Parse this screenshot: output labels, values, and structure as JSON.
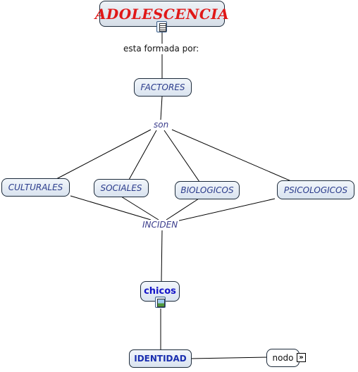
{
  "root": {
    "label": "ADOLESCENCIA"
  },
  "links": {
    "formada": "esta formada por:",
    "son": "son",
    "inciden": "INCIDEN"
  },
  "nodes": {
    "factores": "FACTORES",
    "culturales": "CULTURALES",
    "sociales": "SOCIALES",
    "biologicos": "BIOLOGICOS",
    "psicologicos": "PSICOLOGICOS",
    "chicos": "chicos",
    "identidad": "IDENTIDAD",
    "nodo": "nodo"
  },
  "icons": {
    "root": "document-icon",
    "chicos": "image-icon",
    "nodo": "double-chevron-right-icon"
  },
  "colors": {
    "root_text": "#e01818",
    "concept_text": "#2b3c8c",
    "chicos_text": "#1414c8",
    "identidad_text": "#1a2fb0",
    "line": "#000000"
  }
}
